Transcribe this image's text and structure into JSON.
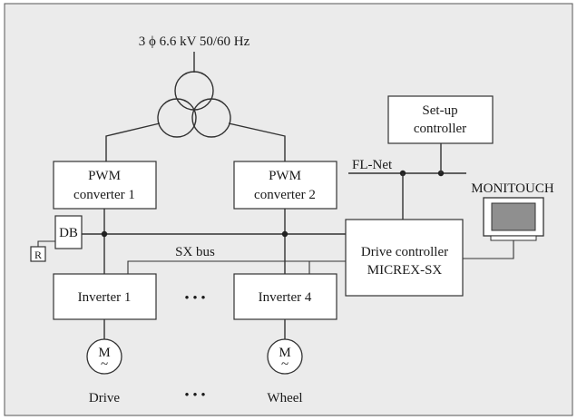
{
  "diagram": {
    "supply_label": "3 ϕ 6.6 kV 50/60 Hz",
    "pwm1": {
      "line1": "PWM",
      "line2": "converter 1"
    },
    "pwm2": {
      "line1": "PWM",
      "line2": "converter 2"
    },
    "db_label": "DB",
    "r_label": "R",
    "sx_bus_label": "SX bus",
    "fl_net_label": "FL-Net",
    "setup_controller": {
      "line1": "Set-up",
      "line2": "controller"
    },
    "monitouch_label": "MONITOUCH",
    "drive_controller": {
      "line1": "Drive controller",
      "line2": "MICREX-SX"
    },
    "inverter1_label": "Inverter 1",
    "inverter4_label": "Inverter 4",
    "ellipsis_mid": "• • •",
    "ellipsis_bottom": "• • •",
    "motor_symbol": "M",
    "motor_tilde": "~",
    "drive_label": "Drive",
    "wheel_label": "Wheel",
    "colors": {
      "background": "#ebebeb",
      "monitor_screen": "#8f8f8f"
    }
  }
}
